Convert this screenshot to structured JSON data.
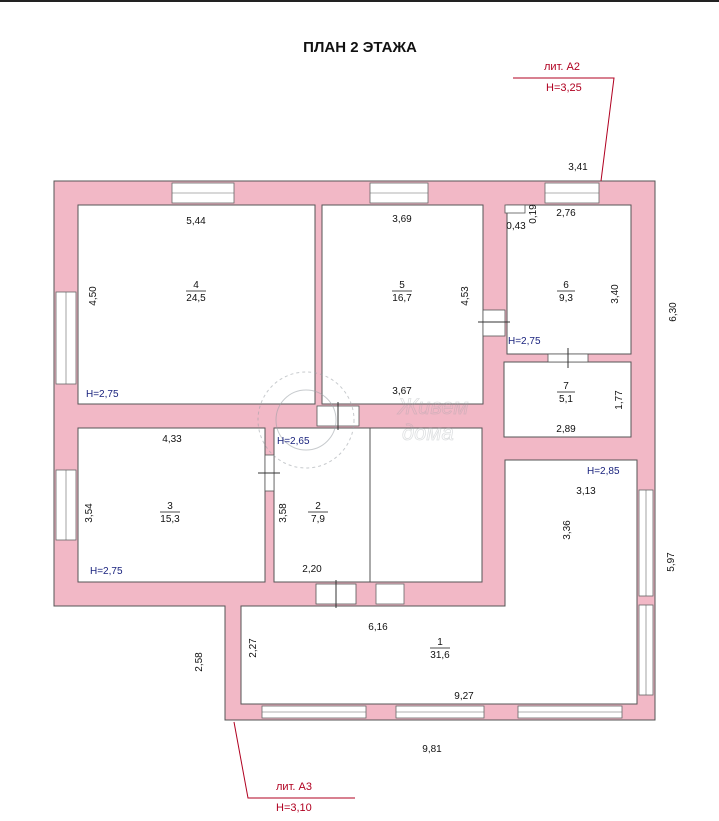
{
  "title": "ПЛАН 2 ЭТАЖА",
  "colors": {
    "wall": "#f2b8c6",
    "wall_stroke": "#555555",
    "window": "#ffffff",
    "lit_line": "#b00020"
  },
  "liters": [
    {
      "name": "лит. А2",
      "height": "Н=3,25"
    },
    {
      "name": "лит. А3",
      "height": "Н=3,10"
    }
  ],
  "rooms": [
    {
      "number": "4",
      "area": "24,5",
      "width": "5,44",
      "depth": "4,50",
      "height": "Н=2,75"
    },
    {
      "number": "5",
      "area": "16,7",
      "width": "3,69",
      "width_bottom": "3,67",
      "depth": "4,53"
    },
    {
      "number": "6",
      "area": "9,3",
      "width": "2,76",
      "depth": "3,40",
      "height": "Н=2,75"
    },
    {
      "number": "7",
      "area": "5,1",
      "width": "2,89",
      "depth": "1,77"
    },
    {
      "number": "3",
      "area": "15,3",
      "width": "4,33",
      "depth": "3,54",
      "height": "Н=2,75"
    },
    {
      "number": "2",
      "area": "7,9",
      "width": "2,20",
      "depth": "3,58",
      "height": "Н=2,65"
    },
    {
      "number": "1",
      "area": "31,6",
      "width": "3,13",
      "width_bottom": "9,27",
      "depth": "3,36",
      "height": "Н=2,85"
    }
  ],
  "dimensions": {
    "top_outer": "3,41",
    "small_a": "0,43",
    "small_b": "0,19",
    "right_outer_upper": "6,30",
    "right_outer_lower": "5,97",
    "mid": "6,16",
    "left_lower": "2,58",
    "left_inner": "2,27",
    "bottom_outer": "9,81"
  },
  "watermark": {
    "line1": "Живем",
    "line2": "дома"
  }
}
